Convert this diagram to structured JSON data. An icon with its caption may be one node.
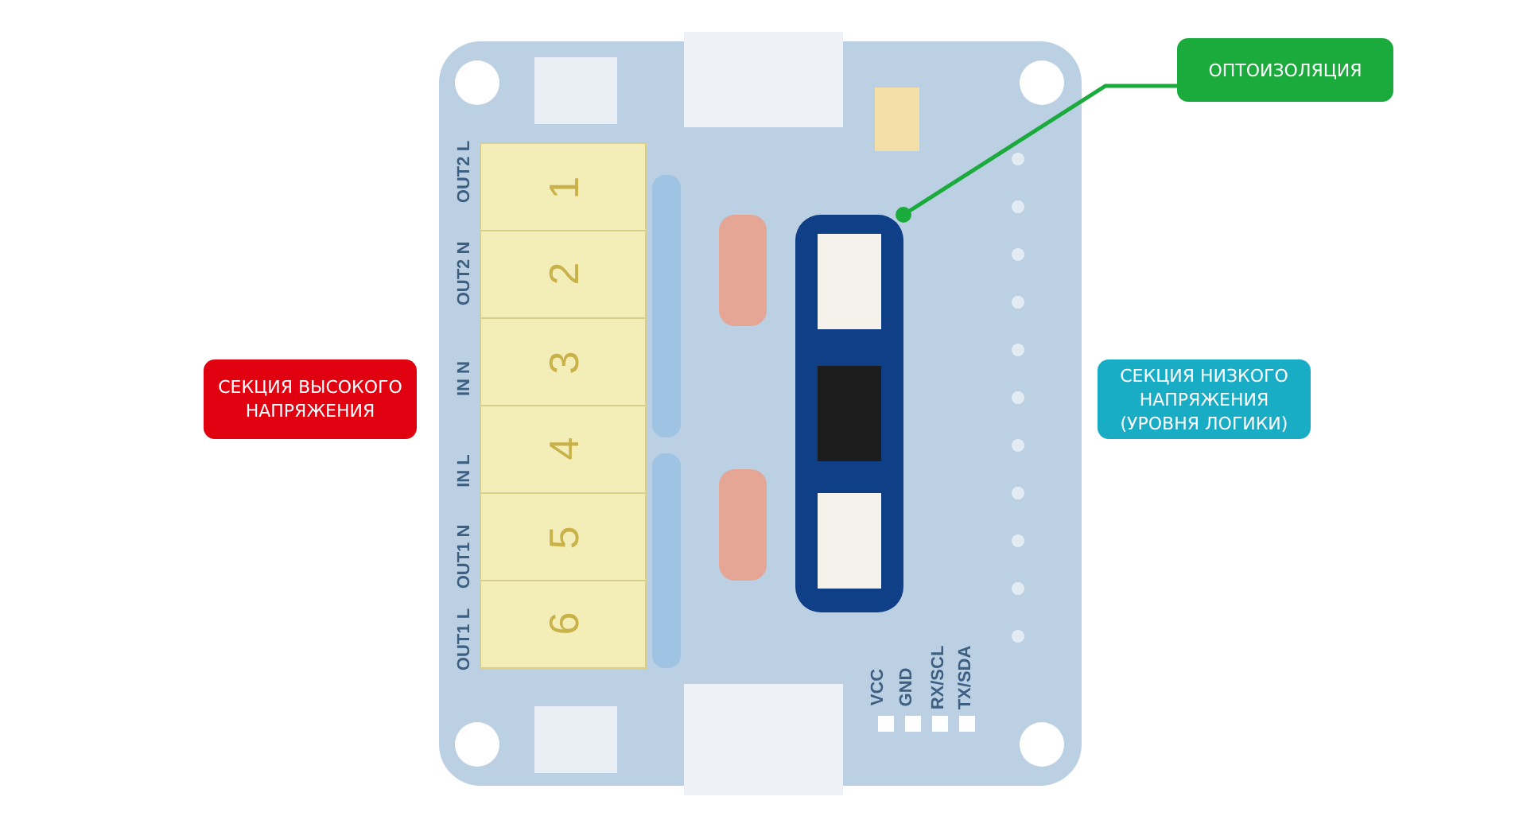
{
  "diagram": {
    "nodes": [
      {
        "text": [
          "СЕКЦИЯ ВЫСОКОГО НАПРЯЖЕНИЯ"
        ]
      },
      {
        "text": [
          "СЕКЦИЯ НИЗКОГО НАПРЯЖЕНИЯ (УРОВНЯ ЛОГИКИ)"
        ]
      },
      {
        "text": [
          "ОПТОИЗОЛЯЦИЯ"
        ]
      },
      {
        "text": [],
        "shape": "box"
      }
    ],
    "edges": [
      {
        "from": 2,
        "to": 3,
        "arrow": "other",
        "color": "#1aab3c"
      }
    ],
    "labels": [
      "OUT2 L",
      "OUT2 N",
      "IN N",
      "IN L",
      "OUT1 N",
      "OUT1 L",
      "1",
      "2",
      "3",
      "4",
      "5",
      "6",
      "VCC",
      "GND",
      "RX/SCL",
      "TX/SDA"
    ]
  }
}
